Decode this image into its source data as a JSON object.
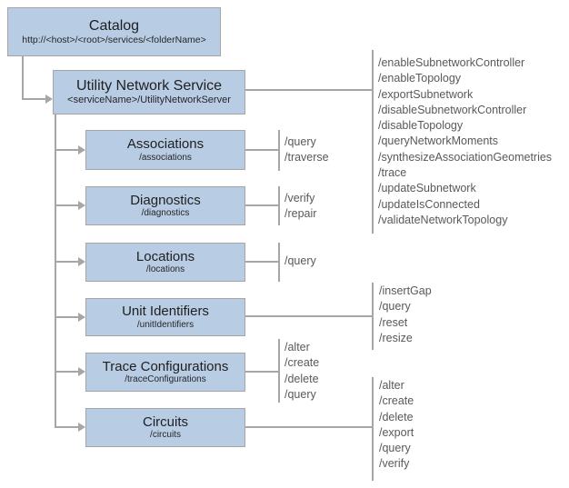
{
  "diagram": {
    "nodes": {
      "catalog": {
        "title": "Catalog",
        "subtitle": "http://<host>/<root>/services/<folderName>"
      },
      "uns": {
        "title": "Utility Network Service",
        "subtitle": "<serviceName>/UtilityNetworkServer"
      },
      "associations": {
        "title": "Associations",
        "subtitle": "/associations"
      },
      "diagnostics": {
        "title": "Diagnostics",
        "subtitle": "/diagnostics"
      },
      "locations": {
        "title": "Locations",
        "subtitle": "/locations"
      },
      "unitIdentifiers": {
        "title": "Unit Identifiers",
        "subtitle": "/unitIdentifiers"
      },
      "traceConfigurations": {
        "title": "Trace Configurations",
        "subtitle": "/traceConfigurations"
      },
      "circuits": {
        "title": "Circuits",
        "subtitle": "/circuits"
      }
    },
    "operations": {
      "uns": [
        "/enableSubnetworkController",
        "/enableTopology",
        "/exportSubnetwork",
        "/disableSubnetworkController",
        "/disableTopology",
        "/queryNetworkMoments",
        "/synthesizeAssociationGeometries",
        "/trace",
        "/updateSubnetwork",
        "/updateIsConnected",
        "/validateNetworkTopology"
      ],
      "associations": [
        "/query",
        "/traverse"
      ],
      "diagnostics": [
        "/verify",
        "/repair"
      ],
      "locations": [
        "/query"
      ],
      "unitIdentifiers": [
        "/insertGap",
        "/query",
        "/reset",
        "/resize"
      ],
      "traceConfigurations": [
        "/alter",
        "/create",
        "/delete",
        "/query"
      ],
      "circuits": [
        "/alter",
        "/create",
        "/delete",
        "/export",
        "/query",
        "/verify"
      ]
    },
    "colors": {
      "box_fill": "#b8cce4",
      "box_border": "#a6a6a6",
      "line": "#a6a6a6",
      "ops_text": "#595959",
      "title_text": "#1f1f1f"
    }
  }
}
